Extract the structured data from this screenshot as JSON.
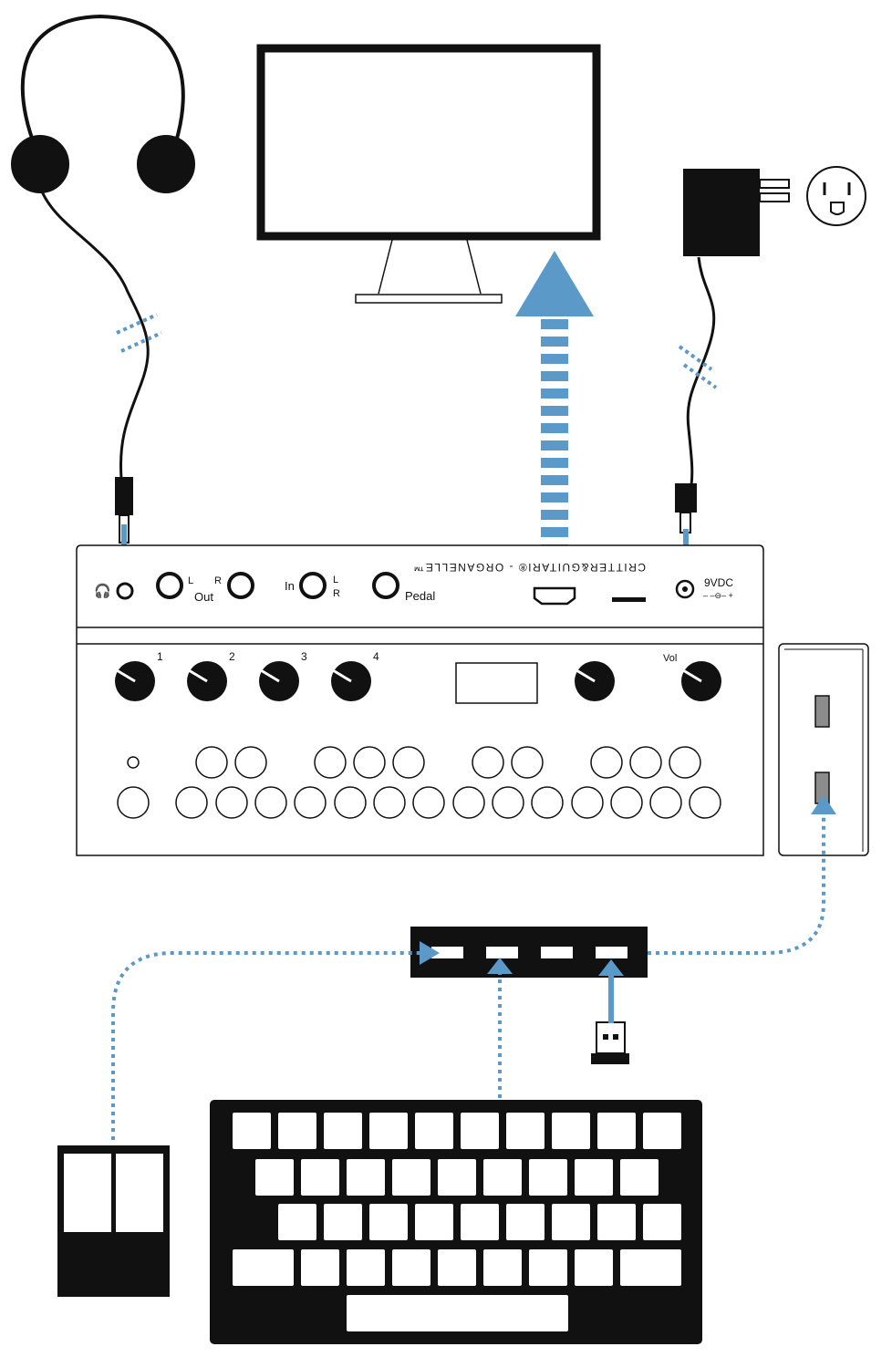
{
  "colors": {
    "line": "#111111",
    "accent": "#5b9ac8",
    "fill_dark": "#111111",
    "port_gray": "#8c8c8c",
    "background": "#ffffff"
  },
  "device": {
    "brand_text": "CRITTER&GUITARI® - ORGANELLE™",
    "headphone_symbol": "🎧",
    "out_label": "Out",
    "out_l": "L",
    "out_r": "R",
    "in_label": "In",
    "in_l": "L",
    "in_r": "R",
    "pedal_label": "Pedal",
    "power_label": "9VDC",
    "power_polarity": "– –⊖– +",
    "knob_labels": [
      "1",
      "2",
      "3",
      "4"
    ],
    "vol_label": "Vol"
  },
  "icons": {
    "headphones": "headphones-icon",
    "monitor": "monitor-icon",
    "power_adapter": "power-adapter-icon",
    "wall_outlet": "wall-outlet-icon",
    "usb_hub": "usb-hub-icon",
    "usb_dongle": "usb-dongle-icon",
    "keyboard": "keyboard-icon",
    "foot_pedal": "foot-pedal-icon",
    "usb_stick": "usb-drive-icon"
  }
}
